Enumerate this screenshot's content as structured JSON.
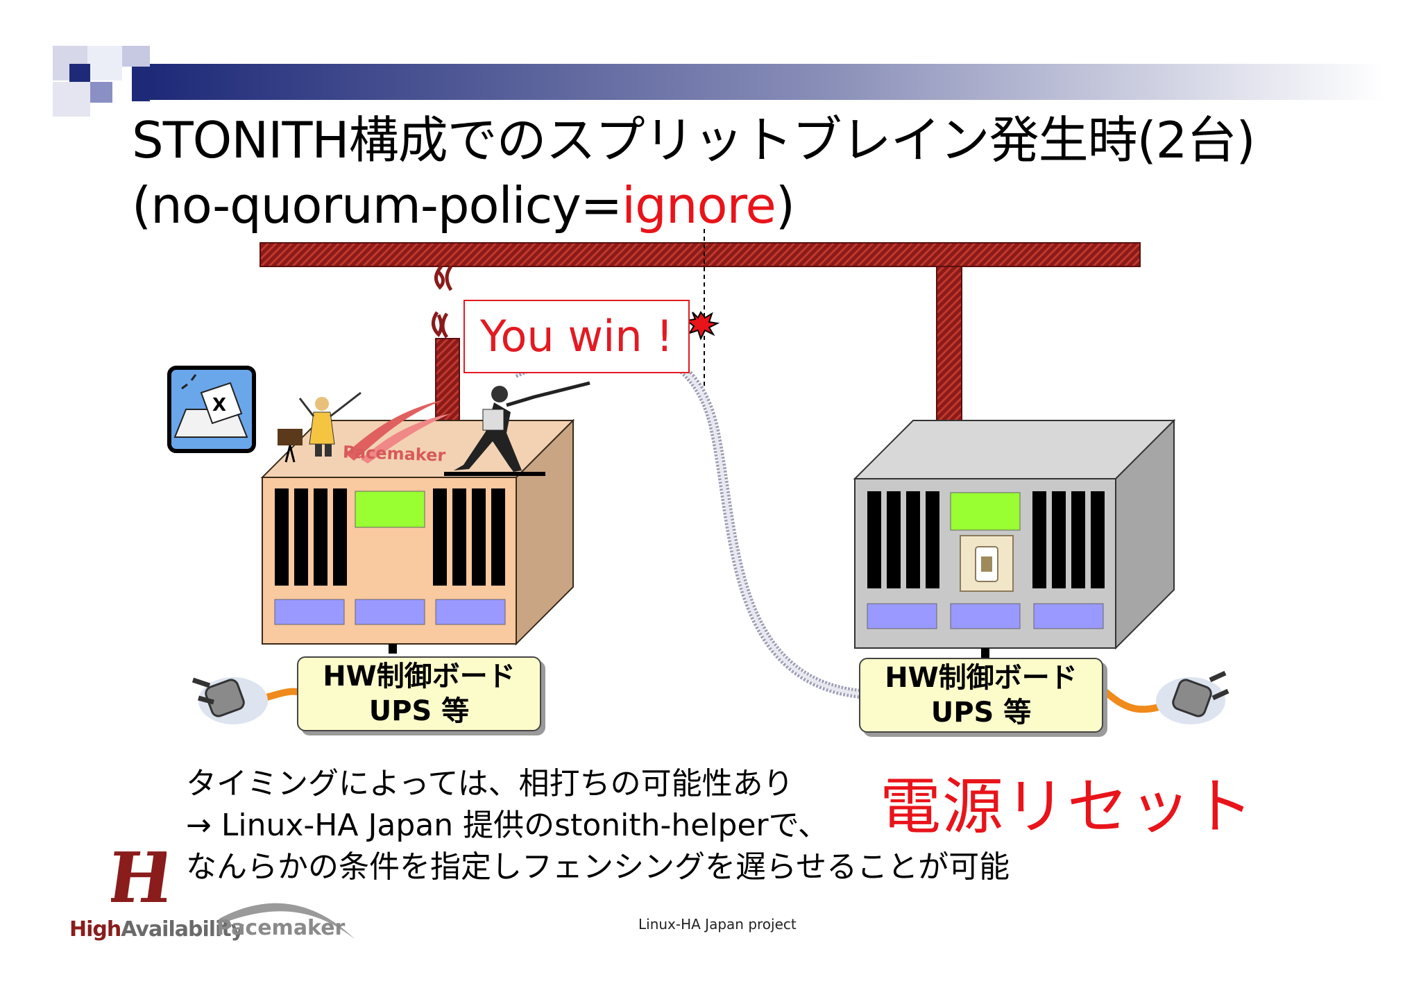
{
  "slide": {
    "title_line1": "STONITH構成でのスプリットブレイン発生時(2台)",
    "title_line2_prefix": "(no-quorum-policy=",
    "title_line2_value": "ignore",
    "title_line2_suffix": ")"
  },
  "callout": {
    "text": "You win !"
  },
  "nodes": {
    "left": {
      "control_line1": "HW制御ボード",
      "control_line2": "UPS 等",
      "logo": "Pacemaker"
    },
    "right": {
      "control_line1": "HW制御ボード",
      "control_line2": "UPS 等"
    }
  },
  "reset_label": "電源リセット",
  "body": {
    "line1": "タイミングによっては、相打ちの可能性あり",
    "line2": "→ Linux-HA Japan 提供のstonith-helperで、",
    "line3": "なんらかの条件を指定しフェンシングを遅らせることが可能"
  },
  "footer": {
    "project": "Linux-HA Japan project",
    "logo_high": "High",
    "logo_availability": "Availability",
    "logo_pacemaker": "Pacemaker"
  },
  "colors": {
    "accent_red": "#e8141a",
    "title_bar_blue": "#1e2a78",
    "network_bar": "#8b1a1a",
    "left_server": "#f9c9a0",
    "right_server": "#c8c8c8",
    "screen_green": "#99ff33",
    "slot_blue": "#9999ff"
  },
  "icons": [
    "vote-icon",
    "conductor-icon",
    "fencer-icon",
    "fire-icon",
    "explosion-icon",
    "power-plug-icon",
    "switch-icon"
  ]
}
